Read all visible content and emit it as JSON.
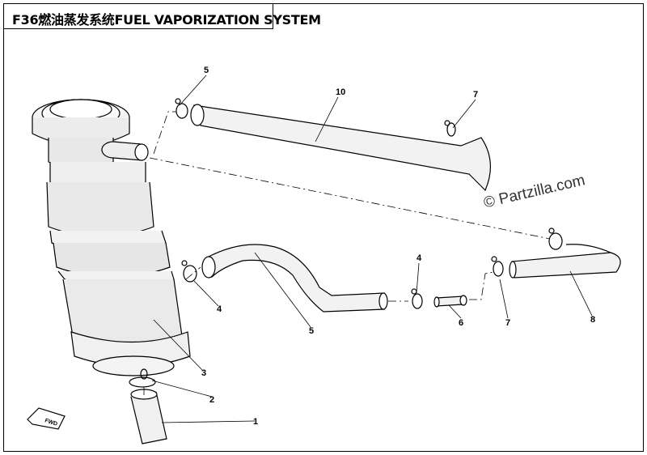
{
  "title": "F36燃油蒸发系统FUEL VAPORIZATION  SYSTEM",
  "watermark": "© Partzilla.com",
  "fwd_label": "FWD",
  "callouts": [
    "1",
    "2",
    "3",
    "4",
    "5",
    "5",
    "6",
    "7",
    "7",
    "8",
    "10",
    "4"
  ]
}
